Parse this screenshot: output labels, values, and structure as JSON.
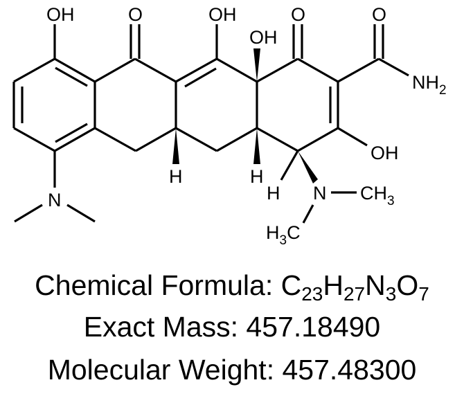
{
  "molecule": {
    "labels": {
      "oh_ring_a": "OH",
      "o_ketone_b": "O",
      "oh_enol_c": "OH",
      "oh_tertiary": "OH",
      "o_ketone_d": "O",
      "o_amide": "O",
      "nh2": "NH",
      "nh2_sub": "2",
      "oh_ring_d": "OH",
      "h_5a": "H",
      "h_4a": "H",
      "h_4": "H",
      "n_dimethyl_4": "N",
      "ch3_right": "CH",
      "ch3_right_sub": "3",
      "ch3_left_h": "H",
      "ch3_left_sub": "3",
      "ch3_left_c": "C",
      "n_dimethyl_7": "N"
    }
  },
  "formula": {
    "label": "Chemical Formula: ",
    "parts": [
      {
        "el": "C",
        "n": "23"
      },
      {
        "el": "H",
        "n": "27"
      },
      {
        "el": "N",
        "n": "3"
      },
      {
        "el": "O",
        "n": "7"
      }
    ]
  },
  "exact_mass": {
    "label": "Exact Mass: ",
    "value": "457.18490"
  },
  "molecular_weight": {
    "label": "Molecular Weight: ",
    "value": "457.48300"
  }
}
